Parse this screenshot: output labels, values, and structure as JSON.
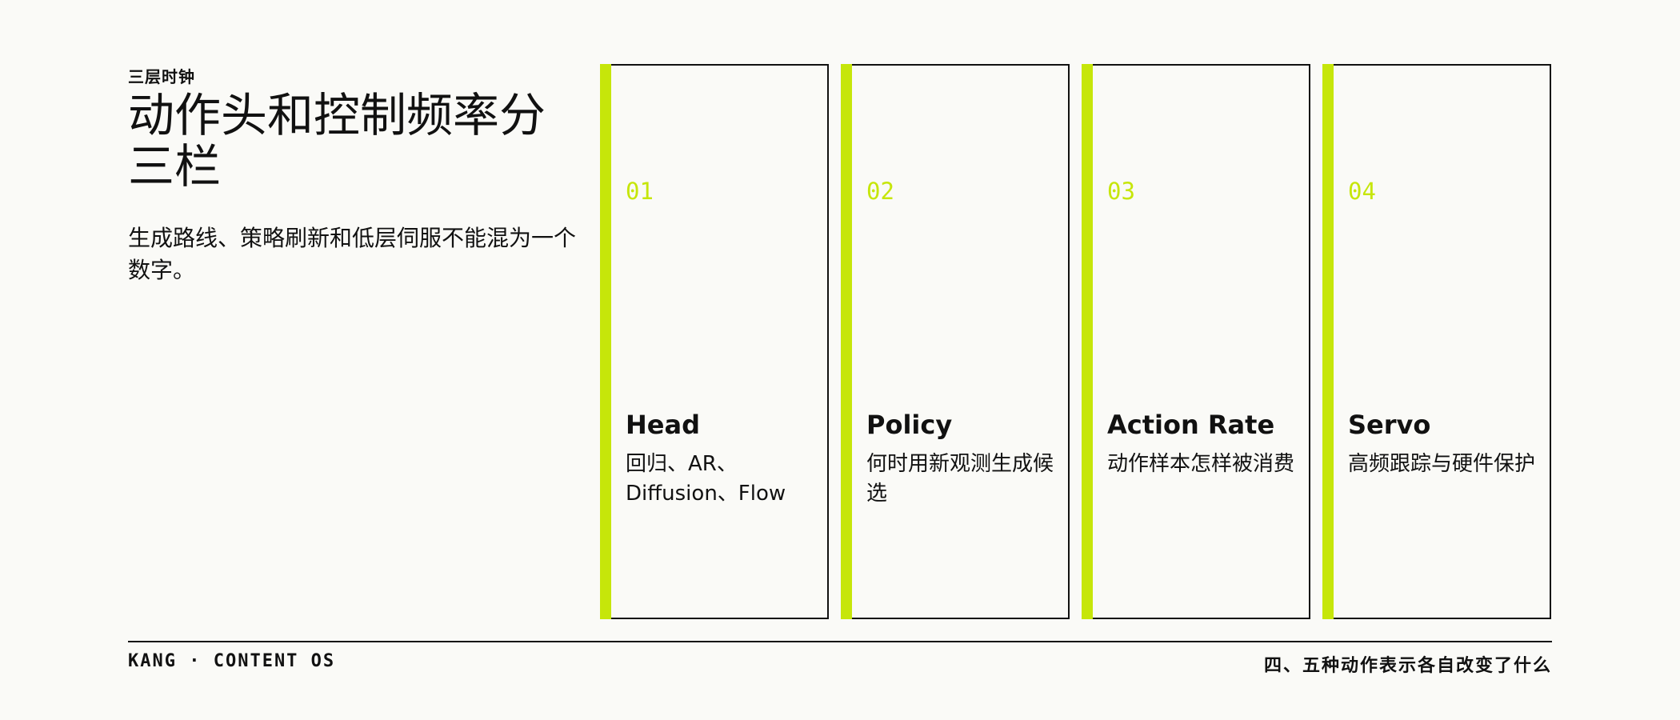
{
  "header": {
    "eyebrow": "三层时钟",
    "title": "动作头和控制频率分三栏",
    "lede": "生成路线、策略刷新和低层伺服不能混为一个数字。"
  },
  "cards": [
    {
      "num": "01",
      "name": "Head",
      "desc": "回归、AR、Diffusion、Flow"
    },
    {
      "num": "02",
      "name": "Policy",
      "desc": "何时用新观测生成候选"
    },
    {
      "num": "03",
      "name": "Action Rate",
      "desc": "动作样本怎样被消费"
    },
    {
      "num": "04",
      "name": "Servo",
      "desc": "高频跟踪与硬件保护"
    }
  ],
  "footer": {
    "left": "KANG · CONTENT OS",
    "right": "四、五种动作表示各自改变了什么"
  },
  "colors": {
    "accent": "#C6E60A",
    "ink": "#111111",
    "background": "#FAFAF7"
  }
}
